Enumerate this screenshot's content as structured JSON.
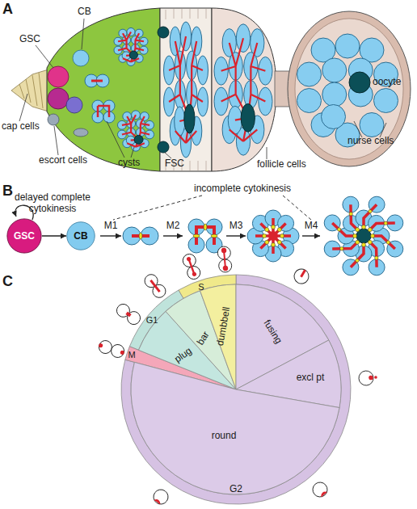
{
  "diagram": {
    "nodes": [
      {
        "text": [
          "GSC"
        ]
      },
      {
        "text": [
          "CB"
        ]
      }
    ],
    "edges": [
      {
        "from": 0,
        "to": 1,
        "arrow": "to"
      }
    ],
    "labels": [
      "A",
      "CB",
      "GSC",
      "cap cells",
      "escort cells",
      "cysts",
      "FSC",
      "follicle cells",
      "oocyte",
      "nurse cells",
      "B",
      "incomplete cytokinesis",
      "delayed complete cytokinesis",
      "M1",
      "M2",
      "M3",
      "M4",
      "C",
      "S",
      "G1",
      "M",
      "dumbbell",
      "bar",
      "plug",
      "fusing",
      "excl pt",
      "round",
      "G2"
    ]
  }
}
